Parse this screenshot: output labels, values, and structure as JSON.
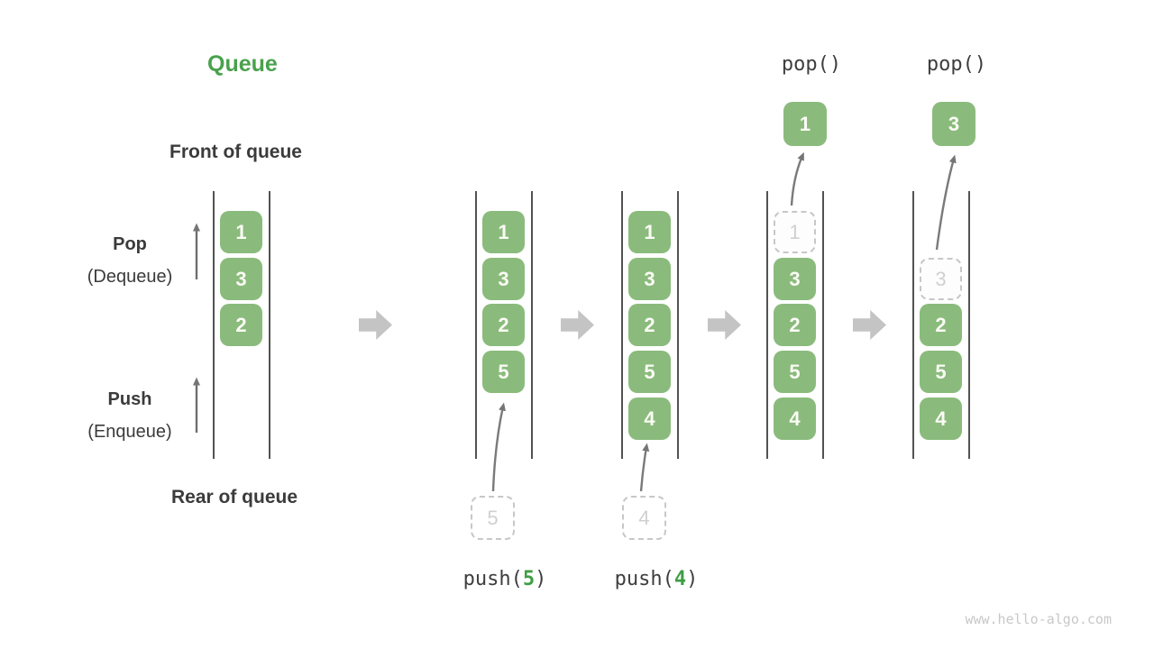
{
  "labels": {
    "title": "Queue",
    "front_of_queue": "Front of queue",
    "rear_of_queue": "Rear of queue",
    "pop": "Pop",
    "pop_sub": "(Dequeue)",
    "push": "Push",
    "push_sub": "(Enqueue)"
  },
  "operations": {
    "pop_call_1": "pop()",
    "pop_call_2": "pop()",
    "push_call_1": {
      "prefix": "push(",
      "arg": "5",
      "suffix": ")"
    },
    "push_call_2": {
      "prefix": "push(",
      "arg": "4",
      "suffix": ")"
    }
  },
  "queues": [
    {
      "name": "state-initial",
      "cells": [
        {
          "slot": 0,
          "value": "1",
          "state": "filled"
        },
        {
          "slot": 1,
          "value": "3",
          "state": "filled"
        },
        {
          "slot": 2,
          "value": "2",
          "state": "filled"
        }
      ]
    },
    {
      "name": "state-after-push-5",
      "incoming": "5",
      "cells": [
        {
          "slot": 0,
          "value": "1",
          "state": "filled"
        },
        {
          "slot": 1,
          "value": "3",
          "state": "filled"
        },
        {
          "slot": 2,
          "value": "2",
          "state": "filled"
        },
        {
          "slot": 3,
          "value": "5",
          "state": "filled"
        }
      ]
    },
    {
      "name": "state-after-push-4",
      "incoming": "4",
      "cells": [
        {
          "slot": 0,
          "value": "1",
          "state": "filled"
        },
        {
          "slot": 1,
          "value": "3",
          "state": "filled"
        },
        {
          "slot": 2,
          "value": "2",
          "state": "filled"
        },
        {
          "slot": 3,
          "value": "5",
          "state": "filled"
        },
        {
          "slot": 4,
          "value": "4",
          "state": "filled"
        }
      ]
    },
    {
      "name": "state-after-pop-1",
      "popped": "1",
      "cells": [
        {
          "slot": 0,
          "value": "1",
          "state": "ghost"
        },
        {
          "slot": 1,
          "value": "3",
          "state": "filled"
        },
        {
          "slot": 2,
          "value": "2",
          "state": "filled"
        },
        {
          "slot": 3,
          "value": "5",
          "state": "filled"
        },
        {
          "slot": 4,
          "value": "4",
          "state": "filled"
        }
      ]
    },
    {
      "name": "state-after-pop-3",
      "popped": "3",
      "cells": [
        {
          "slot": 1,
          "value": "3",
          "state": "ghost"
        },
        {
          "slot": 2,
          "value": "2",
          "state": "filled"
        },
        {
          "slot": 3,
          "value": "5",
          "state": "filled"
        },
        {
          "slot": 4,
          "value": "4",
          "state": "filled"
        }
      ]
    }
  ],
  "colors": {
    "accent_green": "#49a14d",
    "code_arg_green": "#3f9e43",
    "box_green": "#8abb7c",
    "box_text": "#fbfbf5",
    "dark_text": "#3b3b3b",
    "ghost_border": "#c7c7c7",
    "ghost_text": "#d0d0d0",
    "block_arrow_gray": "#c4c4c4",
    "thin_arrow_gray": "#7a7a7a",
    "rail_gray": "#525252",
    "watermark_gray": "#c8c8c8"
  },
  "footer": {
    "watermark": "www.hello-algo.com"
  }
}
